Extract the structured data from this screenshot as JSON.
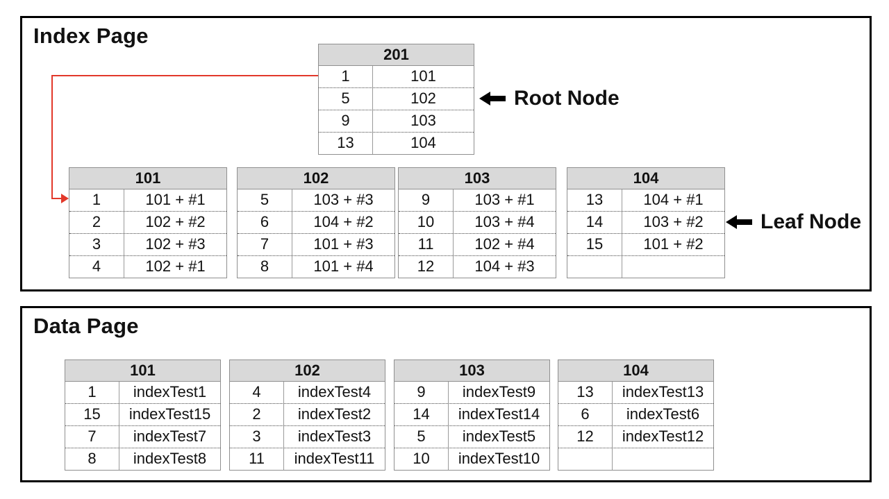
{
  "index_page": {
    "title": "Index Page",
    "root_label": "Root Node",
    "leaf_label": "Leaf Node",
    "root_table": {
      "header": "201",
      "rows": [
        [
          "1",
          "101"
        ],
        [
          "5",
          "102"
        ],
        [
          "9",
          "103"
        ],
        [
          "13",
          "104"
        ]
      ]
    },
    "leaf_tables": [
      {
        "header": "101",
        "rows": [
          [
            "1",
            "101 + #1"
          ],
          [
            "2",
            "102 + #2"
          ],
          [
            "3",
            "102 + #3"
          ],
          [
            "4",
            "102 + #1"
          ]
        ]
      },
      {
        "header": "102",
        "rows": [
          [
            "5",
            "103 + #3"
          ],
          [
            "6",
            "104 + #2"
          ],
          [
            "7",
            "101 + #3"
          ],
          [
            "8",
            "101 + #4"
          ]
        ]
      },
      {
        "header": "103",
        "rows": [
          [
            "9",
            "103 + #1"
          ],
          [
            "10",
            "103 + #4"
          ],
          [
            "11",
            "102 + #4"
          ],
          [
            "12",
            "104 + #3"
          ]
        ]
      },
      {
        "header": "104",
        "rows": [
          [
            "13",
            "104 + #1"
          ],
          [
            "14",
            "103 + #2"
          ],
          [
            "15",
            "101 + #2"
          ],
          [
            "",
            ""
          ]
        ]
      }
    ]
  },
  "data_page": {
    "title": "Data Page",
    "tables": [
      {
        "header": "101",
        "rows": [
          [
            "1",
            "indexTest1"
          ],
          [
            "15",
            "indexTest15"
          ],
          [
            "7",
            "indexTest7"
          ],
          [
            "8",
            "indexTest8"
          ]
        ]
      },
      {
        "header": "102",
        "rows": [
          [
            "4",
            "indexTest4"
          ],
          [
            "2",
            "indexTest2"
          ],
          [
            "3",
            "indexTest3"
          ],
          [
            "11",
            "indexTest11"
          ]
        ]
      },
      {
        "header": "103",
        "rows": [
          [
            "9",
            "indexTest9"
          ],
          [
            "14",
            "indexTest14"
          ],
          [
            "5",
            "indexTest5"
          ],
          [
            "10",
            "indexTest10"
          ]
        ]
      },
      {
        "header": "104",
        "rows": [
          [
            "13",
            "indexTest13"
          ],
          [
            "6",
            "indexTest6"
          ],
          [
            "12",
            "indexTest12"
          ],
          [
            "",
            ""
          ]
        ]
      }
    ]
  },
  "colors": {
    "header_bg": "#d9d9d9",
    "table_border": "#8f8f8f",
    "connector_red": "#e2382a",
    "box_border": "#000000"
  }
}
